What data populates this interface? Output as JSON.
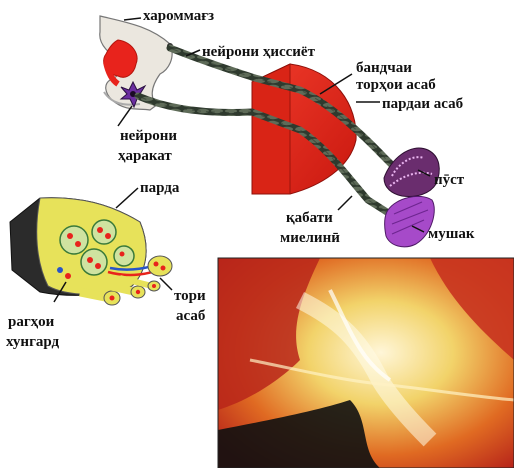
{
  "labels": {
    "spinal_cord": "хароммағз",
    "sensory_neuron": "нейрони ҳиссиёт",
    "bundle_line1": "бандчаи",
    "bundle_line2": "торҳои асаб",
    "nerve_sheath": "пардаи асаб",
    "motor_neuron_line1": "нейрони",
    "motor_neuron_line2": "ҳаракат",
    "skin": "пӯст",
    "myelin_line1": "қабати",
    "myelin_line2": "миелинӣ",
    "muscle": "мушак",
    "membrane": "парда",
    "blood_vessels_line1": "рагҳои",
    "blood_vessels_line2": "хунгард",
    "nerve_fibers_line1": "тори",
    "nerve_fibers_line2": "асаб"
  },
  "colors": {
    "nerve_red": "#e8231c",
    "myelin_dark": "#2f3a2e",
    "bundle_yellow": "#e7e25a",
    "muscle_purple": "#a64ac9",
    "skin_purple": "#6a2d6e",
    "photo_orange": "#d9581f"
  }
}
